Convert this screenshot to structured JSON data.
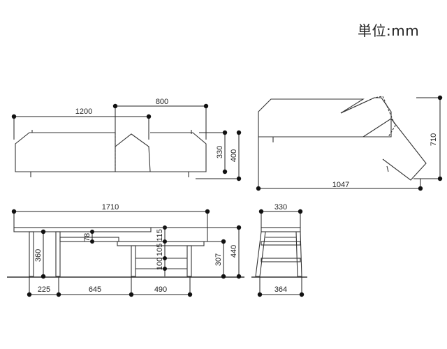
{
  "unit_label": "単位:mm",
  "top_left": {
    "dim_1200": "1200",
    "dim_800": "800",
    "dim_330": "330",
    "dim_400": "400"
  },
  "top_right": {
    "dim_710": "710",
    "dim_1047": "1047"
  },
  "bottom_left": {
    "dim_1710": "1710",
    "dim_360": "360",
    "dim_78": "78",
    "dim_115": "115",
    "dim_105": "105",
    "dim_100": "100",
    "dim_307": "307",
    "dim_440": "440",
    "dim_225": "225",
    "dim_645": "645",
    "dim_490": "490"
  },
  "bottom_right": {
    "dim_330": "330",
    "dim_364": "364"
  }
}
